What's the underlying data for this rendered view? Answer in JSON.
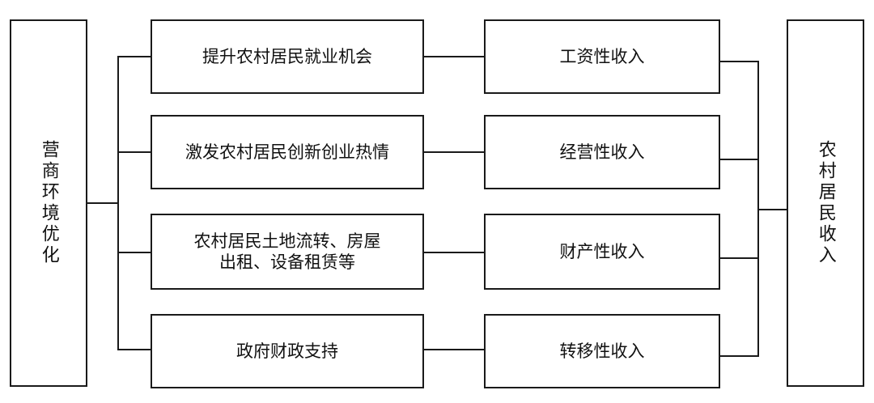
{
  "left": {
    "label": "营商环境优化"
  },
  "right": {
    "label": "农村居民收入"
  },
  "middle": [
    {
      "label": "提升农村居民就业机会"
    },
    {
      "label": "激发农村居民创新创业热情"
    },
    {
      "label": "农村居民土地流转、房屋\n出租、设备租赁等"
    },
    {
      "label": "政府财政支持"
    }
  ],
  "incomes": [
    {
      "label": "工资性收入"
    },
    {
      "label": "经营性收入"
    },
    {
      "label": "财产性收入"
    },
    {
      "label": "转移性收入"
    }
  ]
}
